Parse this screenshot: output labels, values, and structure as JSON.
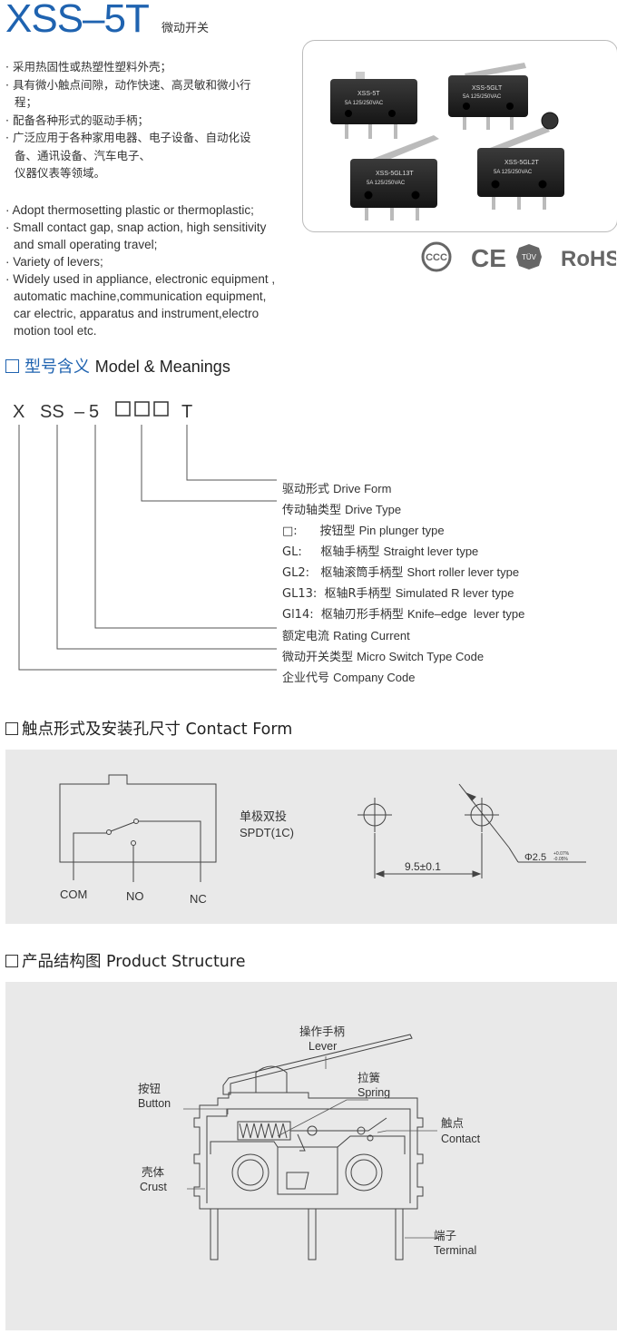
{
  "header": {
    "title": "XSS–5T",
    "subtitle": "微动开关"
  },
  "features_cn": [
    "· 采用热固性或热塑性塑料外壳；",
    "· 具有微小触点间隙，动作快速、高灵敏和微小行",
    "  程；",
    "· 配备各种形式的驱动手柄；",
    "· 广泛应用于各种家用电器、电子设备、自动化设",
    "  备、通讯设备、汽车电子、",
    "  仪器仪表等领域。"
  ],
  "features_en": [
    "· Adopt thermosetting plastic or thermoplastic;",
    "· Small contact gap, snap action, high sensitivity",
    "  and small operating travel;",
    "· Variety of levers;",
    "· Widely used in appliance, electronic equipment ,",
    "  automatic machine,communication equipment,",
    "  car electric, apparatus and instrument,electro",
    "  motion tool etc."
  ],
  "products": [
    {
      "model": "XSS-5T",
      "rating": "5A 125/250VAC"
    },
    {
      "model": "XSS-5GLT",
      "rating": "5A 125/250VAC"
    },
    {
      "model": "XSS-5GL13T",
      "rating": "5A 125/250VAC"
    },
    {
      "model": "XSS-5GL2T",
      "rating": "5A 125/250VAC"
    }
  ],
  "certs": {
    "ccc": "CCC",
    "ce": "CE",
    "tuv": "TÜV",
    "rohs": "RoHS"
  },
  "model_section": {
    "title_cn": "型号含义",
    "title_en": "Model & Meanings",
    "code": {
      "x": "X",
      "ss": "SS",
      "dash": "–",
      "five": "5",
      "t": "T"
    },
    "legend": [
      {
        "cn": "驱动形式",
        "en": "Drive Form"
      },
      {
        "cn": "传动轴类型",
        "en": "Drive Type"
      },
      {
        "cn": "□:      按钮型",
        "en": "Pin plunger type"
      },
      {
        "cn": "GL:     枢轴手柄型",
        "en": "Straight lever type"
      },
      {
        "cn": "GL2:   枢轴滚筒手柄型",
        "en": "Short roller lever type"
      },
      {
        "cn": "GL13:  枢轴R手柄型",
        "en": "Simulated R lever type"
      },
      {
        "cn": "Gl14:  枢轴刃形手柄型",
        "en": "Knife–edge  lever type"
      },
      {
        "cn": "额定电流",
        "en": "Rating Current"
      },
      {
        "cn": "微动开关类型",
        "en": "Micro Switch Type Code"
      },
      {
        "cn": "企业代号",
        "en": "Company Code"
      }
    ]
  },
  "contact_section": {
    "title": "触点形式及安装孔尺寸 Contact Form",
    "type_cn": "单极双投",
    "type_en": "SPDT(1C)",
    "com": "COM",
    "no": "NO",
    "nc": "NC",
    "spacing": "9.5±0.1",
    "hole": "Φ2.5",
    "tol_plus": "+0.07%",
    "tol_minus": "-0.05%"
  },
  "structure_section": {
    "title": "产品结构图 Product Structure",
    "labels": {
      "lever_cn": "操作手柄",
      "lever_en": "Lever",
      "spring_cn": "拉簧",
      "spring_en": "Spring",
      "button_cn": "按钮",
      "button_en": "Button",
      "contact_cn": "触点",
      "contact_en": "Contact",
      "crust_cn": "壳体",
      "crust_en": "Crust",
      "terminal_cn": "端子",
      "terminal_en": "Terminal"
    }
  }
}
